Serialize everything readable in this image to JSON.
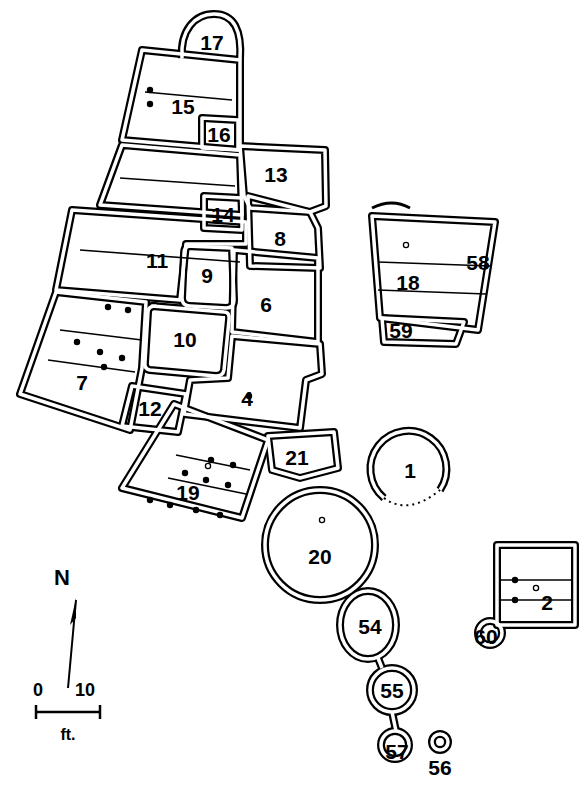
{
  "diagram": {
    "nodes": [
      {
        "text": [
          "17"
        ]
      },
      {
        "text": [
          "15"
        ]
      },
      {
        "text": [
          "16"
        ]
      },
      {
        "text": [
          "13"
        ]
      },
      {
        "text": [
          "14"
        ]
      },
      {
        "text": [
          "8"
        ]
      },
      {
        "text": [
          "58"
        ]
      },
      {
        "text": [
          "18"
        ]
      },
      {
        "text": [
          "11"
        ]
      },
      {
        "text": [
          "9"
        ]
      },
      {
        "text": [
          "59"
        ]
      },
      {
        "text": [
          "6"
        ]
      },
      {
        "text": [
          "10"
        ]
      },
      {
        "text": [
          "7"
        ]
      },
      {
        "text": [
          "12"
        ]
      },
      {
        "text": [
          "4"
        ]
      },
      {
        "text": [
          "21"
        ]
      },
      {
        "text": [
          "1"
        ]
      },
      {
        "text": [
          "19"
        ]
      },
      {
        "text": [
          "20"
        ]
      },
      {
        "text": [
          "2"
        ]
      },
      {
        "text": [
          "54"
        ]
      },
      {
        "text": [
          "60"
        ]
      },
      {
        "text": [
          "55"
        ]
      },
      {
        "text": [
          "57"
        ]
      },
      {
        "text": [
          "56"
        ]
      }
    ],
    "labels": [
      "N",
      "0",
      "10",
      "ft."
    ]
  }
}
